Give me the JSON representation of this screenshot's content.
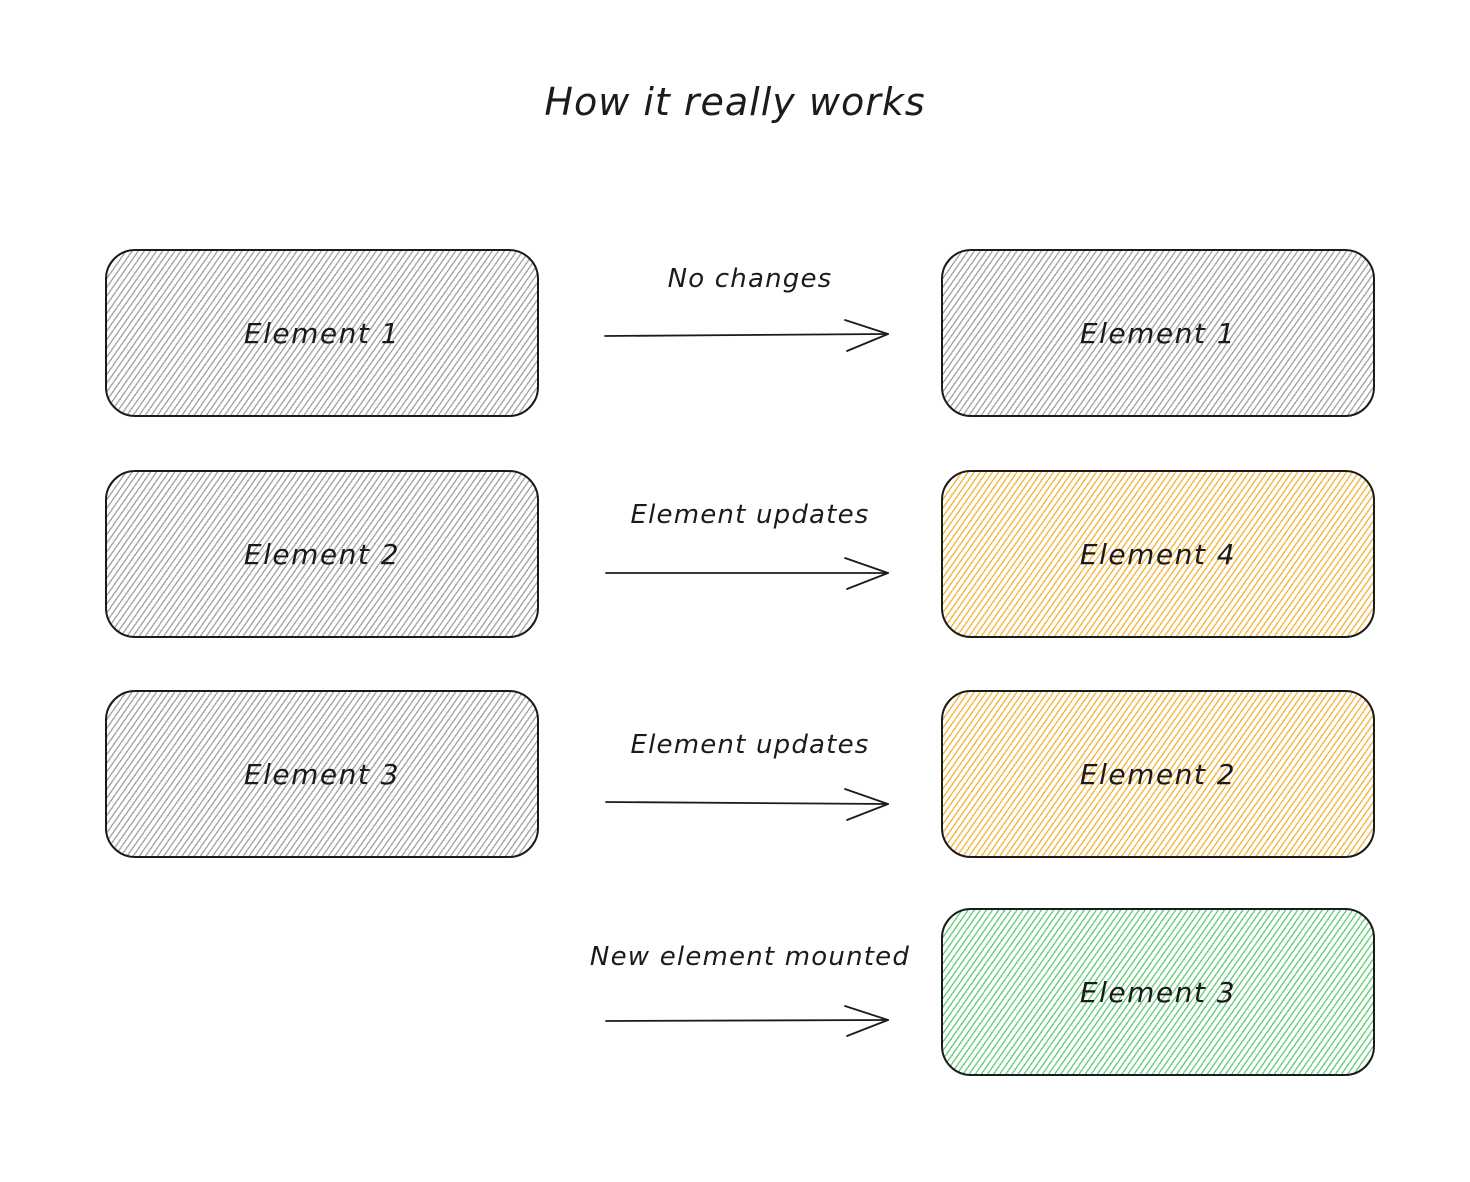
{
  "title": "How it really works",
  "left_column": [
    {
      "label": "Element 1",
      "color": "gray"
    },
    {
      "label": "Element 2",
      "color": "gray"
    },
    {
      "label": "Element 3",
      "color": "gray"
    }
  ],
  "right_column": [
    {
      "label": "Element 1",
      "color": "gray"
    },
    {
      "label": "Element 4",
      "color": "orange"
    },
    {
      "label": "Element 2",
      "color": "orange"
    },
    {
      "label": "Element 3",
      "color": "green"
    }
  ],
  "edges": [
    {
      "label": "No changes"
    },
    {
      "label": "Element updates"
    },
    {
      "label": "Element updates"
    },
    {
      "label": "New element mounted"
    }
  ],
  "colors": {
    "stroke": "#1b1b1b",
    "gray_hatch": "#a7a7a7",
    "orange_hatch": "#f4b742",
    "green_hatch": "#6ccf7e",
    "background": "#ffffff"
  }
}
